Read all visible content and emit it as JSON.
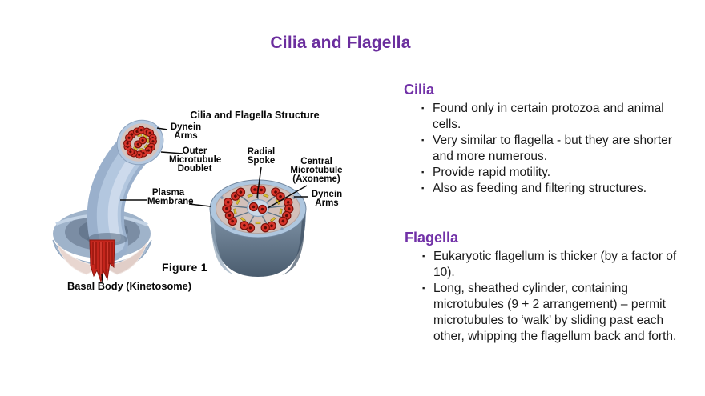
{
  "slide": {
    "title": "Cilia and Flagella",
    "background": "#ffffff"
  },
  "diagram": {
    "title": "Cilia and Flagella Structure",
    "figure_caption": "Figure 1",
    "labels": {
      "dynein_arms_left": "Dynein\nArms",
      "outer_microtubule_doublet": "Outer\nMicrotubule\nDoublet",
      "radial_spoke": "Radial\nSpoke",
      "central_microtubule": "Central\nMicrotubule\n(Axoneme)",
      "plasma_membrane": "Plasma\nMembrane",
      "dynein_arms_right": "Dynein\nArms",
      "basal_body": "Basal Body (Kinetosome)"
    }
  },
  "sections": [
    {
      "heading": "Cilia",
      "bullets": [
        "Found only in certain protozoa and animal cells.",
        "Very similar to flagella  - but they are shorter and more numerous.",
        "Provide rapid motility.",
        "Also as feeding and filtering structures."
      ]
    },
    {
      "heading": "Flagella",
      "bullets": [
        "Eukaryotic flagellum is thicker (by a factor of 10).",
        "Long, sheathed cylinder, containing microtubules (9 + 2 arrangement) – permit microtubules to ‘walk’ by sliding past each other, whipping the flagellum back and forth."
      ]
    }
  ],
  "colors": {
    "title_purple": "#6B2E9E",
    "heading_purple": "#7232A8",
    "body_text": "#1B1B1B",
    "microtubule_red": "#D6342A",
    "dynein_yellow": "#D9BC32",
    "membrane_blue": "#A9BFD8",
    "cylinder_slate": "#5E7184"
  }
}
